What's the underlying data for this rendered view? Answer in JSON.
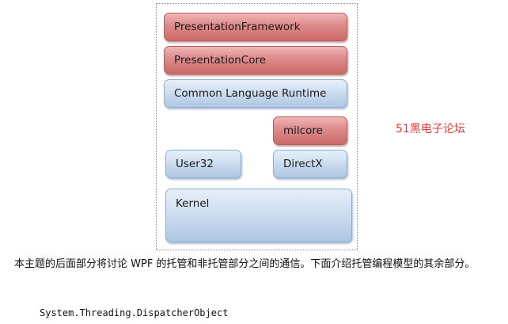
{
  "diagram": {
    "layers": {
      "presentation_framework": "PresentationFramework",
      "presentation_core": "PresentationCore",
      "clr": "Common Language Runtime",
      "milcore": "milcore",
      "user32": "User32",
      "directx": "DirectX",
      "kernel": "Kernel"
    },
    "colors": {
      "managed": "#dd8a8a",
      "unmanaged": "#cadbee"
    }
  },
  "watermark": "51黑电子论坛",
  "article": {
    "paragraph": "本主题的后面部分将讨论 WPF 的托管和非托管部分之间的通信。下面介绍托管编程模型的其余部分。",
    "code": "System.Threading.DispatcherObject"
  }
}
